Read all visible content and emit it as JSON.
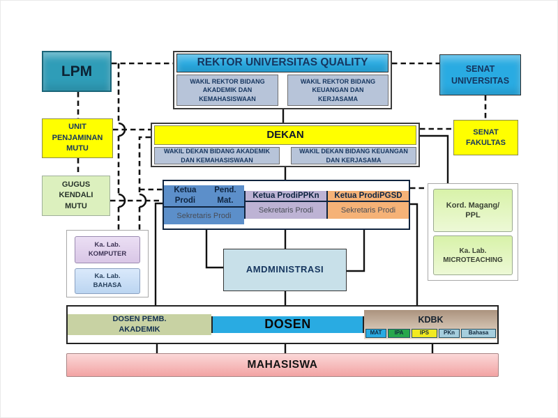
{
  "colors": {
    "teal": "#2F9DB8",
    "blue": "#29ABE2",
    "yellow": "#FFFF00",
    "bluegray": "#B7C4D9",
    "steel": "#5C8FCA",
    "lavender": "#BDB3D4",
    "peach": "#F5B277",
    "green_light": "#DCF0BE",
    "green_pale": "#D8F2A9",
    "green_pale2": "#EDF9D6",
    "lab_purple": "#D9C6E6",
    "lab_purple2": "#EBDFF4",
    "lab_blue": "#BBD5F1",
    "lab_blue2": "#DAE9FB",
    "admin": "#C8E0E9",
    "sage": "#C8D2A3",
    "tan1": "#AB937E",
    "tan2": "#EADDCE",
    "kdbk_mat": "#29ABE2",
    "kdbk_ipa": "#28A74C",
    "kdbk_ips": "#F2EA20",
    "kdbk_misc": "#A6CEDD",
    "pink1": "#FBD8D8",
    "pink2": "#F2A3A3",
    "navy": "#15355E",
    "secretary_text": "#474C56"
  },
  "nodes": {
    "lpm": "LPM",
    "rektor": "REKTOR UNIVERSITAS QUALITY",
    "warek_akademik": [
      "WAKIL REKTOR  BIDANG",
      "AKADEMIK DAN",
      "KEMAHASISWAAN"
    ],
    "warek_keuangan": [
      "WAKIL REKTOR BIDANG",
      "KEUANGAN DAN",
      "KERJASAMA"
    ],
    "senat_universitas": [
      "SENAT",
      "UNIVERSITAS"
    ],
    "dekan": "DEKAN",
    "wadek_akademik": [
      "WAKIL DEKAN BIDANG AKADEMIK",
      "DAN KEMAHASISWAAN"
    ],
    "wadek_keuangan": [
      "WAKIL DEKAN BIDANG KEUANGAN",
      "DAN KERJASAMA"
    ],
    "senat_fakultas": [
      "SENAT",
      "FAKULTAS"
    ],
    "unit_penjaminan_mutu": [
      "UNIT",
      "PENJAMINAN",
      "MUTU"
    ],
    "gugus_kendali_mutu": [
      "GUGUS",
      "KENDALI",
      "MUTU"
    ],
    "ka_lab_komputer": [
      "Ka. Lab.",
      "KOMPUTER"
    ],
    "ka_lab_bahasa": [
      "Ka. Lab.",
      "BAHASA"
    ],
    "kord_magang_ppl": [
      "Kord. Magang/",
      "PPL"
    ],
    "ka_lab_microteaching": [
      "Ka. Lab.",
      "MICROTEACHING"
    ],
    "administrasi": "AMDMINISTRASI",
    "dosen_pemb_akademik": [
      "DOSEN PEMB.",
      "AKADEMIK"
    ],
    "dosen": "DOSEN",
    "kdbk": "KDBK",
    "mahasiswa": "MAHASISWA"
  },
  "prodi": [
    {
      "title": "Ketua Prodi",
      "subtitle": "Pend. Mat.",
      "secretary": "Sekretaris Prodi"
    },
    {
      "title": "Ketua Prodi",
      "subtitle": "PPKn",
      "secretary": "Sekretaris Prodi"
    },
    {
      "title": "Ketua Prodi",
      "subtitle": "PGSD",
      "secretary": "Sekretaris Prodi"
    }
  ],
  "kdbk_groups": [
    "MAT",
    "IPA",
    "IPS",
    "PKn",
    "Bahasa"
  ]
}
